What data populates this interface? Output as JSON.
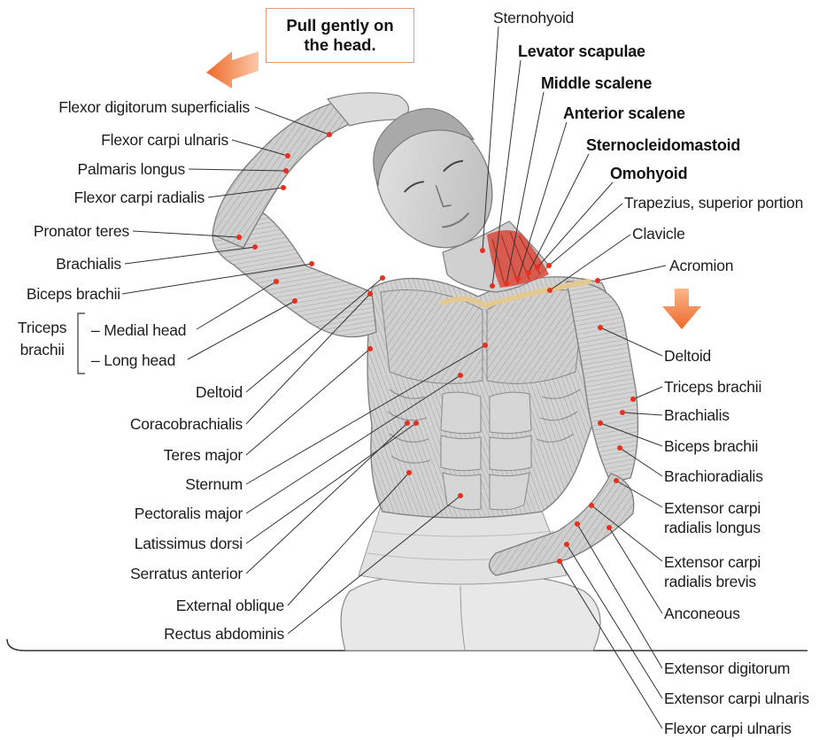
{
  "callout": "Pull gently on\nthe head.",
  "labels_left": [
    {
      "id": "fds",
      "text": "Flexor digitorum superficialis"
    },
    {
      "id": "fcu_l",
      "text": "Flexor carpi ulnaris"
    },
    {
      "id": "pl",
      "text": "Palmaris longus"
    },
    {
      "id": "fcr",
      "text": "Flexor carpi radialis"
    },
    {
      "id": "pt",
      "text": "Pronator teres"
    },
    {
      "id": "brach_l",
      "text": "Brachialis"
    },
    {
      "id": "bic_l",
      "text": "Biceps brachii"
    },
    {
      "id": "medial",
      "text": "– Medial head"
    },
    {
      "id": "long",
      "text": "– Long head"
    },
    {
      "id": "delt_l",
      "text": "Deltoid"
    },
    {
      "id": "coraco",
      "text": "Coracobrachialis"
    },
    {
      "id": "teres",
      "text": "Teres major"
    },
    {
      "id": "sternum",
      "text": "Sternum"
    },
    {
      "id": "pect",
      "text": "Pectoralis major"
    },
    {
      "id": "lat",
      "text": "Latissimus dorsi"
    },
    {
      "id": "serratus",
      "text": "Serratus anterior"
    },
    {
      "id": "extobl",
      "text": "External oblique"
    },
    {
      "id": "rectus",
      "text": "Rectus abdominis"
    }
  ],
  "triceps_group": "Triceps\nbrachii",
  "labels_top": [
    {
      "id": "sternohyoid",
      "text": "Sternohyoid",
      "bold": false
    },
    {
      "id": "levator",
      "text": "Levator scapulae",
      "bold": true
    },
    {
      "id": "midscal",
      "text": "Middle scalene",
      "bold": true
    },
    {
      "id": "antscal",
      "text": "Anterior scalene",
      "bold": true
    },
    {
      "id": "scm",
      "text": "Sternocleidomastoid",
      "bold": true
    },
    {
      "id": "omohyoid",
      "text": "Omohyoid",
      "bold": true
    }
  ],
  "labels_right": [
    {
      "id": "trap",
      "text": "Trapezius, superior portion"
    },
    {
      "id": "clavicle",
      "text": "Clavicle"
    },
    {
      "id": "acromion",
      "text": "Acromion"
    },
    {
      "id": "delt_r",
      "text": "Deltoid"
    },
    {
      "id": "tri_r",
      "text": "Triceps brachii"
    },
    {
      "id": "brach_r",
      "text": "Brachialis"
    },
    {
      "id": "bic_r",
      "text": "Biceps brachii"
    },
    {
      "id": "brachiorad",
      "text": "Brachioradialis"
    },
    {
      "id": "ecrl",
      "text": "Extensor carpi\nradialis longus"
    },
    {
      "id": "ecrb",
      "text": "Extensor carpi\nradialis brevis"
    },
    {
      "id": "anconeous",
      "text": "Anconeous"
    },
    {
      "id": "extdig",
      "text": "Extensor digitorum"
    },
    {
      "id": "ecu",
      "text": "Extensor carpi ulnaris"
    },
    {
      "id": "fcu_r",
      "text": "Flexor carpi ulnaris"
    }
  ],
  "colors": {
    "arrow": "#f07a3c",
    "dot": "#e8301c",
    "leader": "#333333",
    "muscle": "#c9c9c9",
    "muscle_dark": "#8a8a8a",
    "neck_red": "#d9473a",
    "tendon": "#e3c890"
  }
}
